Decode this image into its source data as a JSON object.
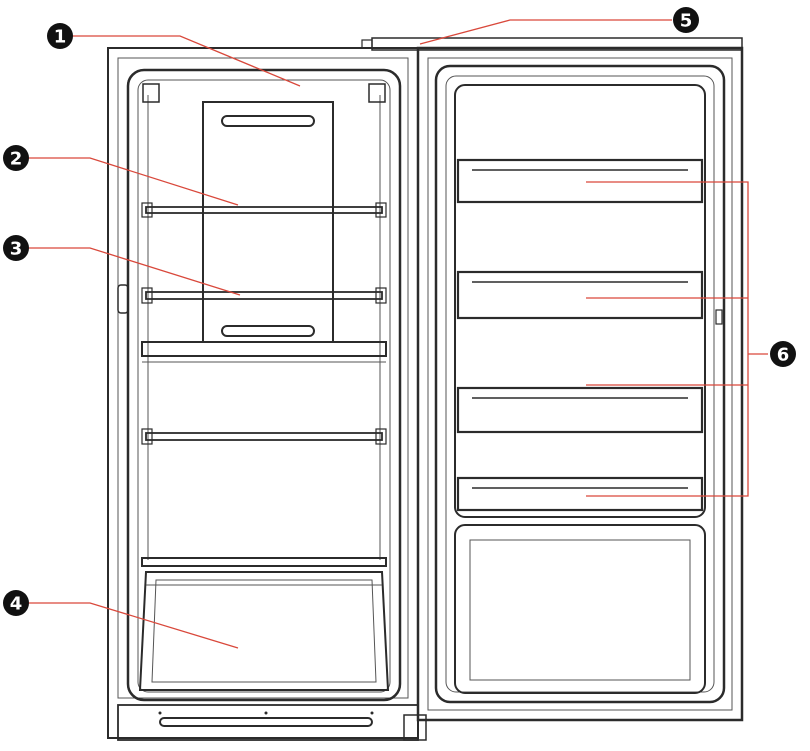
{
  "colors": {
    "outline": "#2b2b2b",
    "leader_line": "#d9483b",
    "callout_fill": "#111111",
    "callout_text": "#ffffff"
  },
  "callouts": [
    {
      "label": "1"
    },
    {
      "label": "2"
    },
    {
      "label": "3"
    },
    {
      "label": "4"
    },
    {
      "label": "5"
    },
    {
      "label": "6"
    }
  ]
}
